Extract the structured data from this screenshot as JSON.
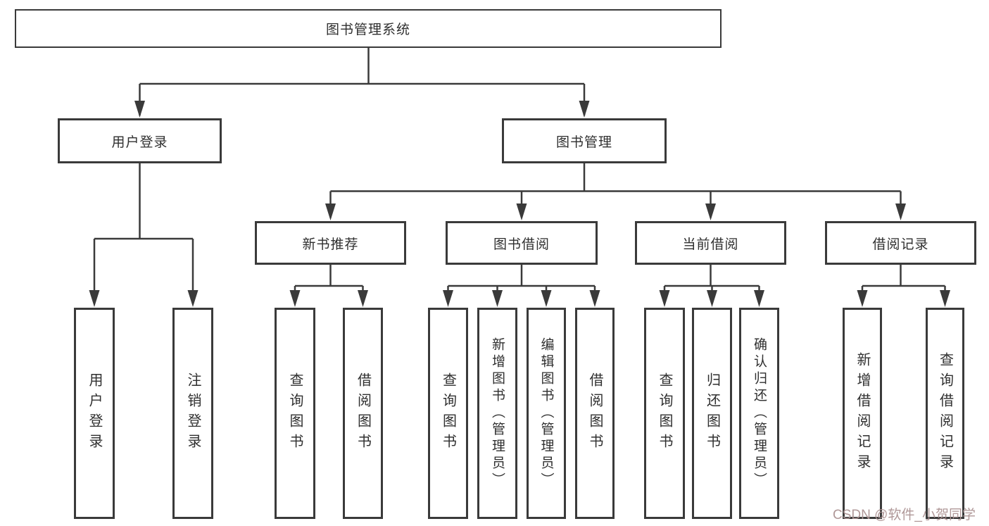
{
  "diagram": {
    "root": {
      "label": "图书管理系统"
    },
    "branches": {
      "user_login": {
        "label": "用户登录",
        "children": {
          "login": {
            "label": "用户登录"
          },
          "logout": {
            "label": "注销登录"
          }
        }
      },
      "book_management": {
        "label": "图书管理",
        "children": {
          "new_book_recommend": {
            "label": "新书推荐",
            "children": {
              "query_books": {
                "label": "查询图书"
              },
              "borrow_books": {
                "label": "借阅图书"
              }
            }
          },
          "book_borrow": {
            "label": "图书借阅",
            "children": {
              "query_books": {
                "label": "查询图书"
              },
              "add_books_admin": {
                "label": "新增图书（管理员）"
              },
              "edit_books_admin": {
                "label": "编辑图书（管理员）"
              },
              "borrow_books": {
                "label": "借阅图书"
              }
            }
          },
          "current_borrow": {
            "label": "当前借阅",
            "children": {
              "query_books": {
                "label": "查询图书"
              },
              "return_books": {
                "label": "归还图书"
              },
              "confirm_return_admin": {
                "label": "确认归还（管理员）"
              }
            }
          },
          "borrow_records": {
            "label": "借阅记录",
            "children": {
              "add_borrow_record": {
                "label": "新增借阅记录"
              },
              "query_borrow_record": {
                "label": "查询借阅记录"
              }
            }
          }
        }
      }
    }
  },
  "watermark": {
    "text": "CSDN @软件_小贺同学"
  },
  "colors": {
    "line": "#3a3a3a",
    "node_border": "#3a3a3a",
    "node_text": "#2f2f2f",
    "background": "#ffffff",
    "watermark": "#ac9292"
  }
}
